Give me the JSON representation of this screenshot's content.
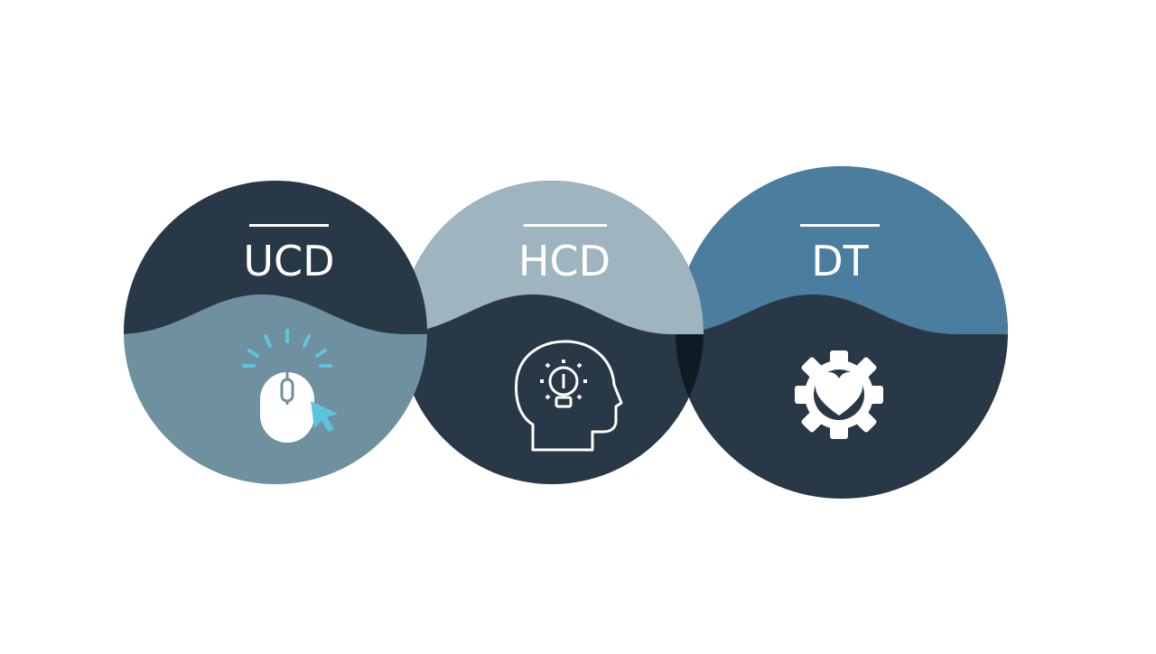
{
  "colors": {
    "background": "#ffffff",
    "navy": "#283846",
    "slate": "#6f909f",
    "mist": "#9eb4be",
    "steel": "#4b7d9f",
    "overlap_dark": "#0e1b25",
    "icon_white": "#ffffff",
    "accent_cyan": "#5ec4dd"
  },
  "circles": [
    {
      "label": "UCD",
      "top_color": "navy",
      "bottom_color": "slate",
      "icon": "mouse-click-icon"
    },
    {
      "label": "HCD",
      "top_color": "mist",
      "bottom_color": "navy",
      "icon": "head-lightbulb-icon"
    },
    {
      "label": "DT",
      "top_color": "steel",
      "bottom_color": "navy",
      "icon": "heart-gear-icon"
    }
  ]
}
